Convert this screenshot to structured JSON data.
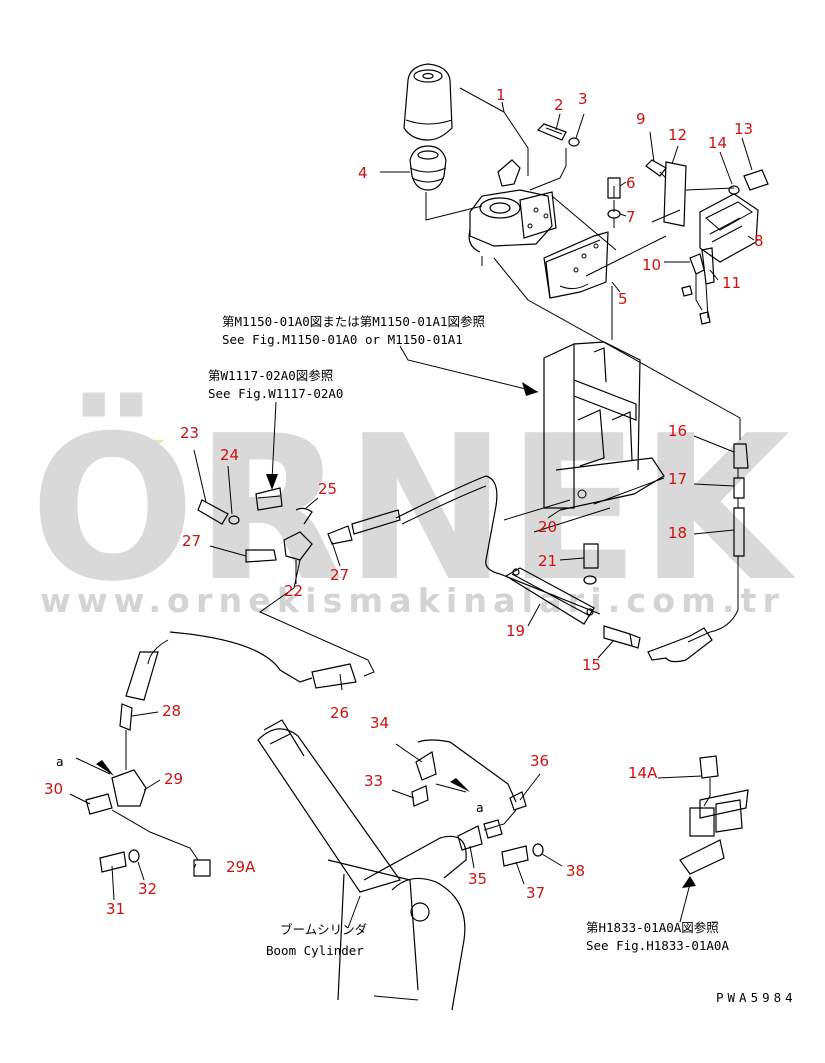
{
  "watermark": {
    "brand": "ÖRNEK",
    "url": "www.ornekismakinalari.com.tr",
    "accent_color": "#f2e3a6",
    "text_color": "#d9d9d9"
  },
  "references": {
    "mast_jp": "第M1150-01A0図または第M1150-01A1図参照",
    "mast_en": "See Fig.M1150-01A0 or M1150-01A1",
    "w_jp": "第W1117-02A0図参照",
    "w_en": "See Fig.W1117-02A0",
    "h_jp": "第H1833-01A0A図参照",
    "h_en": "See Fig.H1833-01A0A",
    "boom_jp": "ブームシリンダ",
    "boom_en": "Boom Cylinder",
    "view_a1": "a",
    "view_a2": "a",
    "drawing_code": "PWA5984"
  },
  "callouts": [
    {
      "id": "1",
      "label": "1"
    },
    {
      "id": "2",
      "label": "2"
    },
    {
      "id": "3",
      "label": "3"
    },
    {
      "id": "4",
      "label": "4"
    },
    {
      "id": "5",
      "label": "5"
    },
    {
      "id": "6",
      "label": "6"
    },
    {
      "id": "7",
      "label": "7"
    },
    {
      "id": "8",
      "label": "8"
    },
    {
      "id": "9",
      "label": "9"
    },
    {
      "id": "10",
      "label": "10"
    },
    {
      "id": "11",
      "label": "11"
    },
    {
      "id": "12",
      "label": "12"
    },
    {
      "id": "13",
      "label": "13"
    },
    {
      "id": "14",
      "label": "14"
    },
    {
      "id": "14A",
      "label": "14A"
    },
    {
      "id": "15",
      "label": "15"
    },
    {
      "id": "16",
      "label": "16"
    },
    {
      "id": "17",
      "label": "17"
    },
    {
      "id": "18",
      "label": "18"
    },
    {
      "id": "19",
      "label": "19"
    },
    {
      "id": "20",
      "label": "20"
    },
    {
      "id": "21",
      "label": "21"
    },
    {
      "id": "22",
      "label": "22"
    },
    {
      "id": "23",
      "label": "23"
    },
    {
      "id": "24",
      "label": "24"
    },
    {
      "id": "25",
      "label": "25"
    },
    {
      "id": "26",
      "label": "26"
    },
    {
      "id": "27a",
      "label": "27"
    },
    {
      "id": "27b",
      "label": "27"
    },
    {
      "id": "28",
      "label": "28"
    },
    {
      "id": "29",
      "label": "29"
    },
    {
      "id": "29A",
      "label": "29A"
    },
    {
      "id": "30",
      "label": "30"
    },
    {
      "id": "31",
      "label": "31"
    },
    {
      "id": "32",
      "label": "32"
    },
    {
      "id": "33",
      "label": "33"
    },
    {
      "id": "34",
      "label": "34"
    },
    {
      "id": "35",
      "label": "35"
    },
    {
      "id": "36",
      "label": "36"
    },
    {
      "id": "37",
      "label": "37"
    },
    {
      "id": "38",
      "label": "38"
    }
  ]
}
